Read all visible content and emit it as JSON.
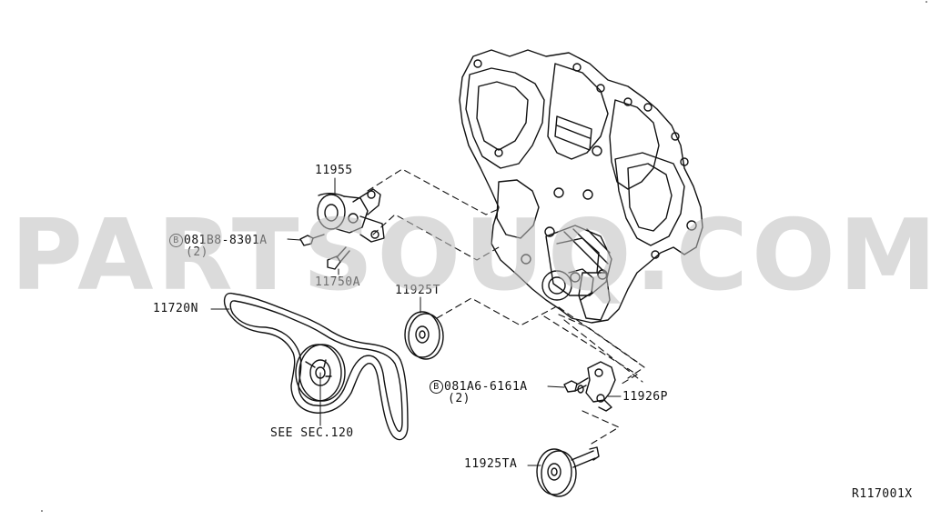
{
  "diagram": {
    "labels": {
      "tensioner": "11955",
      "bolt_a": "081B8-8301A",
      "bolt_a_circle": "B",
      "bolt_a_qty": "(2)",
      "bolt_b": "11750A",
      "belt": "11720N",
      "idler": "11925T",
      "see_sec": "SEE SEC.120",
      "bolt_c": "081A6-6161A",
      "bolt_c_circle": "B",
      "bolt_c_qty": "(2)",
      "bracket": "11926P",
      "idler_a": "11925TA",
      "ref_code": "R117001X"
    },
    "watermark": "PARTSOUQ.COM",
    "colors": {
      "line": "#111111",
      "watermark": "#bebebe"
    }
  }
}
